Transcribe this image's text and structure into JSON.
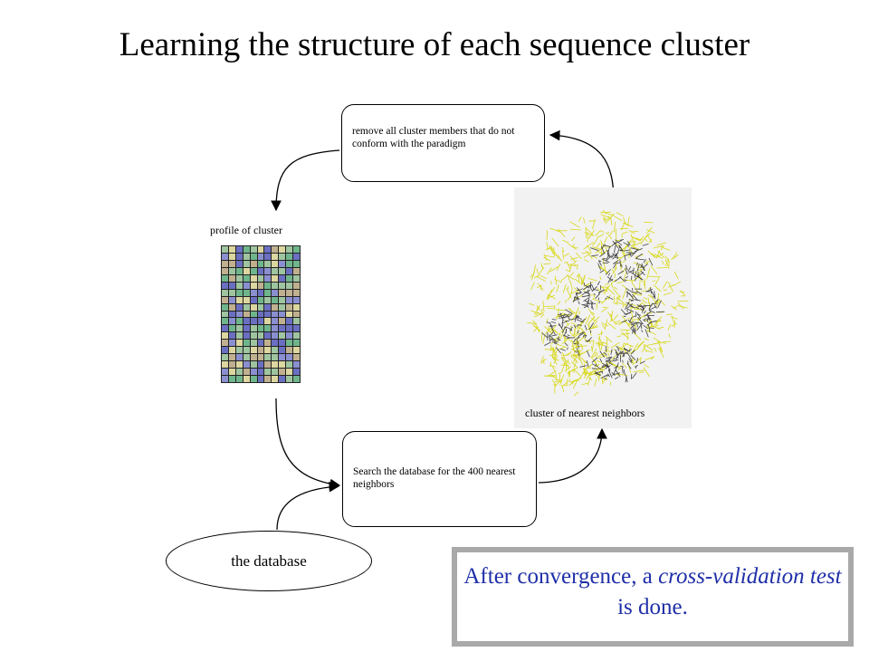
{
  "title": "Learning the structure of each sequence cluster",
  "steps": {
    "remove": "remove all cluster members that do not conform with the paradigm",
    "search": "Search the database for the 400 nearest neighbors"
  },
  "labels": {
    "profile": "profile of cluster",
    "cluster": "cluster of nearest neighbors",
    "database": "the database"
  },
  "note": {
    "part1": "After convergence, a ",
    "part2": "cross-validation test",
    "part3": " is done."
  },
  "colors": {
    "note_text": "#1f2fa8",
    "note_border": "#a9a9a9",
    "structure_yellow": "#d8d81a",
    "structure_dark": "#404040",
    "profile_palette": [
      "#6a6fc1",
      "#6fb58c",
      "#9ec4a0",
      "#dcd6a0",
      "#8a8fd0",
      "#c0b090"
    ]
  }
}
